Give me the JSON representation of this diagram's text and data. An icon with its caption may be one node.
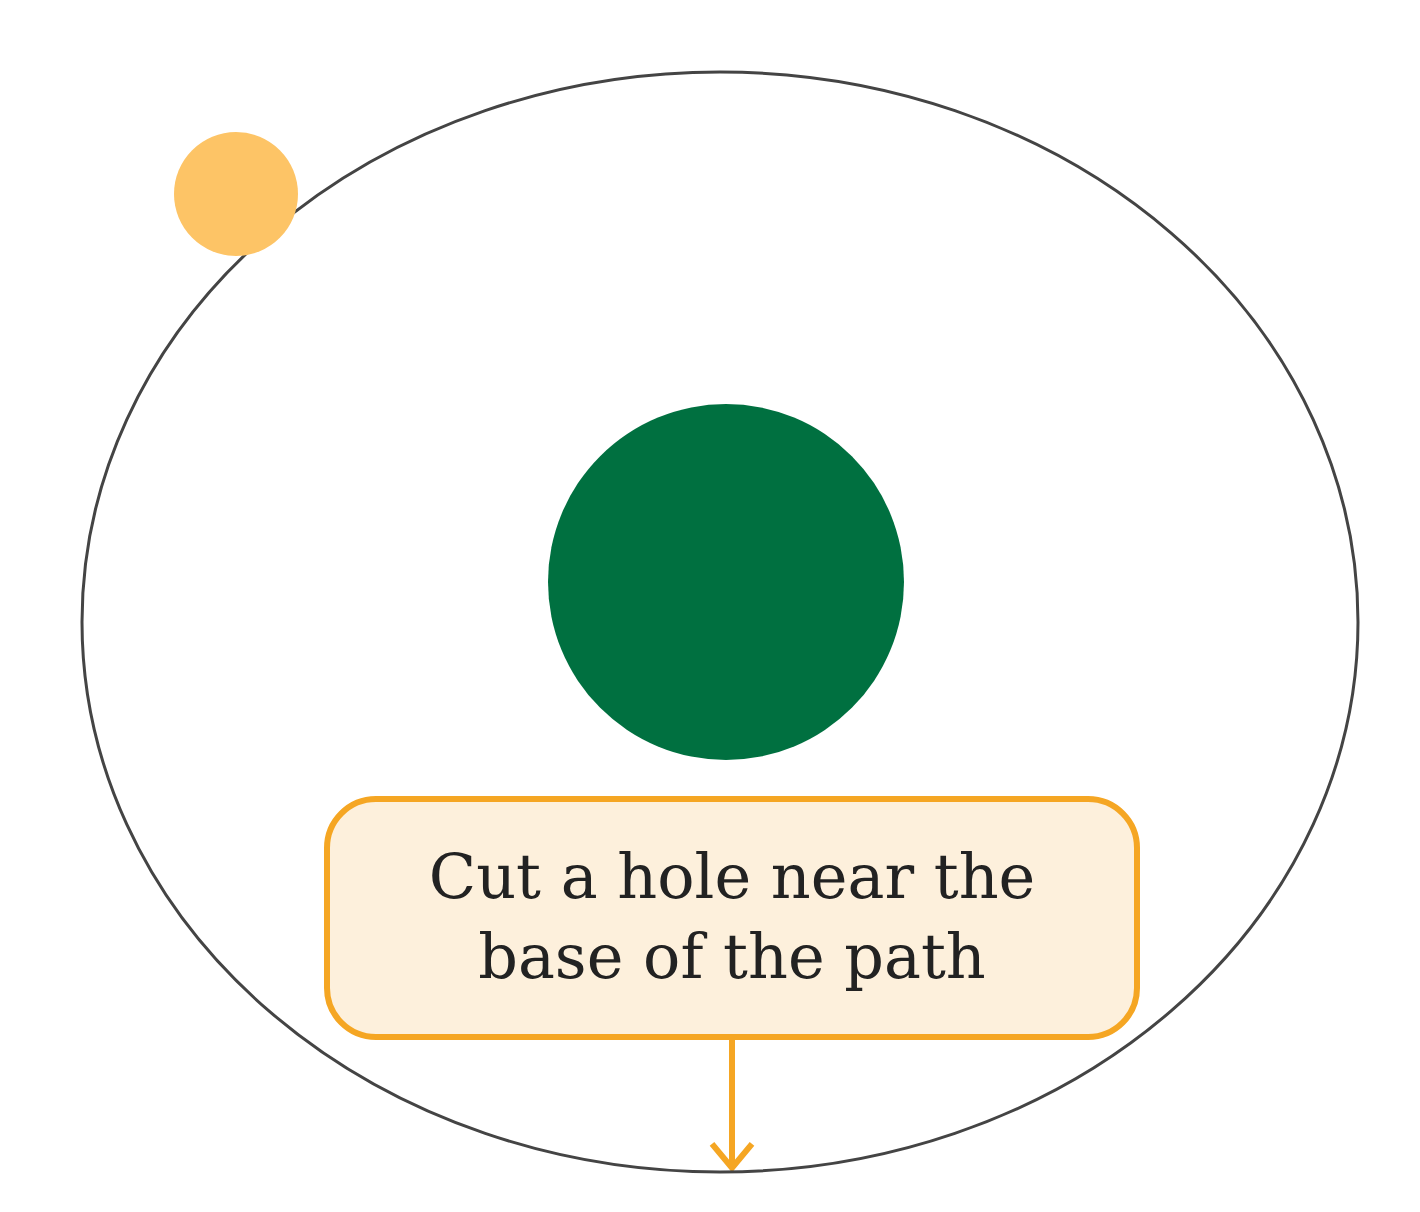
{
  "diagram": {
    "nodes": [
      {
        "text": [],
        "shape": "ellipse"
      },
      {
        "text": [],
        "shape": "circle"
      },
      {
        "text": [],
        "shape": "circle",
        "in": 0
      },
      {
        "text": [
          "Cut a hole near the base of the path"
        ],
        "in": 0
      }
    ],
    "edges": [
      {
        "from": 3,
        "to": 0,
        "arrow": "to"
      }
    ]
  }
}
